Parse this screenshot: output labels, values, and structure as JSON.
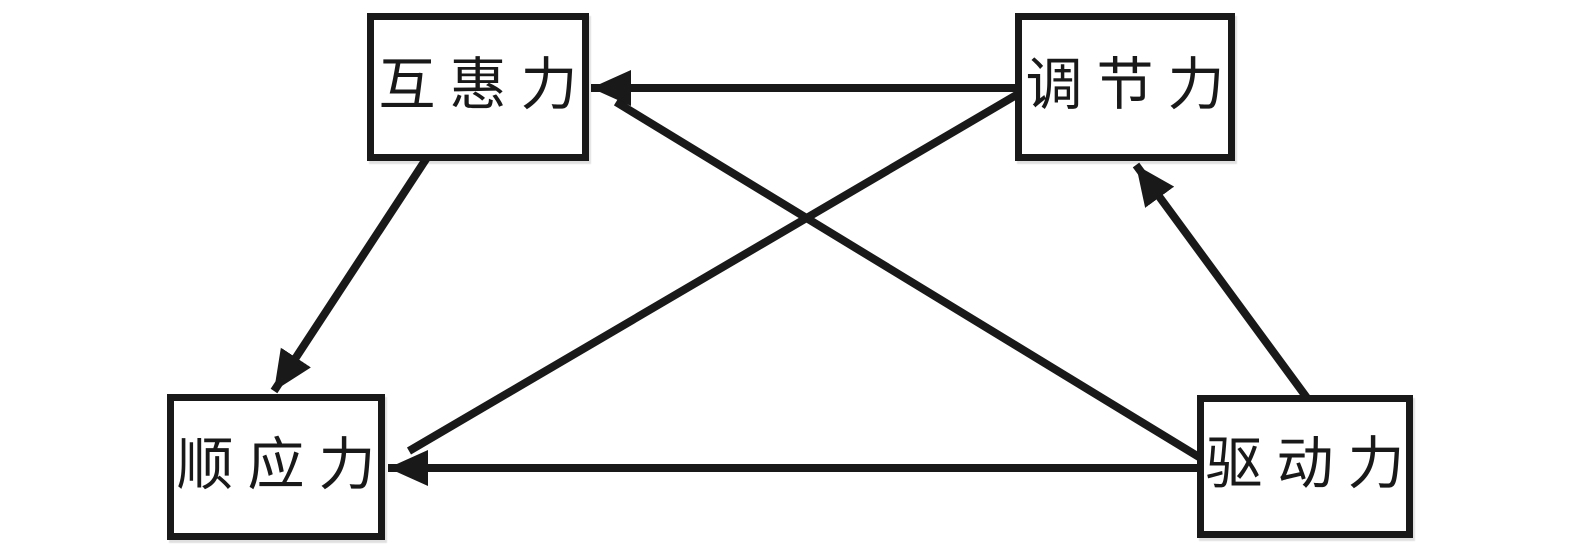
{
  "diagram": {
    "title": "force-relationship-diagram",
    "background_color": "#ffffff",
    "line_color": "#191919",
    "box_border_color": "#191919",
    "text_color": "#191919",
    "nodes": [
      {
        "id": "reciprocity",
        "label": "互惠力",
        "position": "top-left"
      },
      {
        "id": "regulation",
        "label": "调节力",
        "position": "top-right"
      },
      {
        "id": "compliance",
        "label": "顺应力",
        "position": "bottom-left"
      },
      {
        "id": "driving",
        "label": "驱动力",
        "position": "bottom-right"
      }
    ],
    "edges": [
      {
        "from": "regulation",
        "to": "reciprocity",
        "style": "horizontal-arrow"
      },
      {
        "from": "driving",
        "to": "reciprocity",
        "style": "diagonal-merging-into-same-arrowhead"
      },
      {
        "from": "reciprocity",
        "to": "compliance",
        "style": "diagonal-arrow"
      },
      {
        "from": "regulation",
        "to": "compliance",
        "style": "diagonal-merging-into-same-arrowhead"
      },
      {
        "from": "driving",
        "to": "compliance",
        "style": "horizontal-arrow"
      },
      {
        "from": "driving",
        "to": "regulation",
        "style": "diagonal-arrow"
      }
    ]
  }
}
